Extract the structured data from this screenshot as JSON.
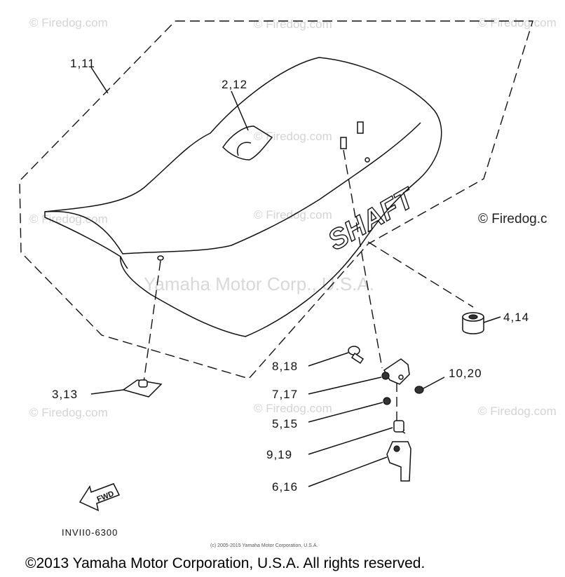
{
  "watermarks": {
    "wm1": "© Firedog.com",
    "wm2": "© Firedog.com",
    "wm3": "© Firedog.com",
    "wm4": "© Firedog.com",
    "wm5": "© Firedog.com",
    "wm6": "© Firedog.com",
    "wm7": "© Firedog.com",
    "wm8": "© Firedog.com",
    "wm9": "© Firedog.com",
    "wm_right": "© Firedog.c",
    "center": "Yamaha Motor Corp., U.S.A."
  },
  "seat_text": "SHAFT",
  "callouts": {
    "c1": "1,11",
    "c2": "2,12",
    "c3": "3,13",
    "c4": "4,14",
    "c5": "5,15",
    "c6": "6,16",
    "c7": "7,17",
    "c8": "8,18",
    "c9": "9,19",
    "c10": "10,20"
  },
  "fwd_label": "FWD",
  "diagram_code": "INVII0-6300",
  "small_copyright": "(c) 2005-2015 Yamaha Motor Corporation, U.S.A.",
  "footer_copyright": "©2013 Yamaha Motor Corporation, U.S.A. All rights reserved."
}
